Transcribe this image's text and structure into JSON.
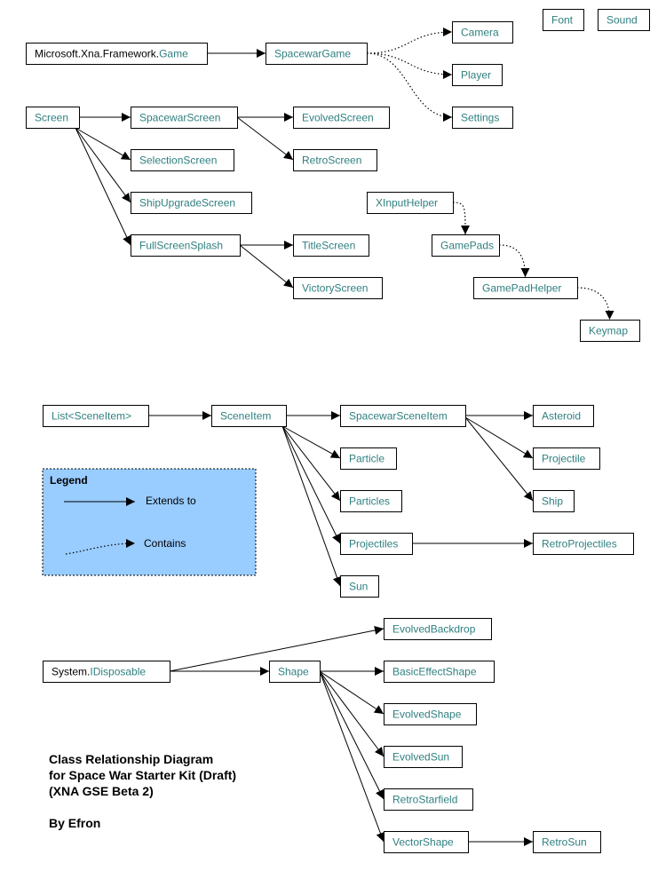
{
  "nodes": {
    "game": {
      "label": "Microsoft.Xna.Framework.Game"
    },
    "spacewarGame": {
      "label": "SpacewarGame"
    },
    "camera": {
      "label": "Camera"
    },
    "player": {
      "label": "Player"
    },
    "settings": {
      "label": "Settings"
    },
    "font": {
      "label": "Font"
    },
    "sound": {
      "label": "Sound"
    },
    "screen": {
      "label": "Screen"
    },
    "spacewarScreen": {
      "label": "SpacewarScreen"
    },
    "evolvedScreen": {
      "label": "EvolvedScreen"
    },
    "retroScreen": {
      "label": "RetroScreen"
    },
    "selectionScreen": {
      "label": "SelectionScreen"
    },
    "shipUpgradeScreen": {
      "label": "ShipUpgradeScreen"
    },
    "fullScreenSplash": {
      "label": "FullScreenSplash"
    },
    "titleScreen": {
      "label": "TitleScreen"
    },
    "victoryScreen": {
      "label": "VictoryScreen"
    },
    "xinputHelper": {
      "label": "XInputHelper"
    },
    "gamePads": {
      "label": "GamePads"
    },
    "gamePadHelper": {
      "label": "GamePadHelper"
    },
    "keymap": {
      "label": "Keymap"
    },
    "listSceneItem": {
      "label": "List<SceneItem>"
    },
    "sceneItem": {
      "label": "SceneItem"
    },
    "spacewarSceneItem": {
      "label": "SpacewarSceneItem"
    },
    "asteroid": {
      "label": "Asteroid"
    },
    "projectile": {
      "label": "Projectile"
    },
    "ship": {
      "label": "Ship"
    },
    "particle": {
      "label": "Particle"
    },
    "particles": {
      "label": "Particles"
    },
    "projectiles": {
      "label": "Projectiles"
    },
    "retroProjectiles": {
      "label": "RetroProjectiles"
    },
    "sun": {
      "label": "Sun"
    },
    "idisposable": {
      "label": "System.IDisposable"
    },
    "shape": {
      "label": "Shape"
    },
    "evolvedBackdrop": {
      "label": "EvolvedBackdrop"
    },
    "basicEffectShape": {
      "label": "BasicEffectShape"
    },
    "evolvedShape": {
      "label": "EvolvedShape"
    },
    "evolvedSun": {
      "label": "EvolvedSun"
    },
    "retroStarfield": {
      "label": "RetroStarfield"
    },
    "vectorShape": {
      "label": "VectorShape"
    },
    "retroSun": {
      "label": "RetroSun"
    }
  },
  "edges": [
    {
      "from": "game",
      "to": "spacewarGame",
      "kind": "extends"
    },
    {
      "from": "spacewarGame",
      "to": "camera",
      "kind": "contains"
    },
    {
      "from": "spacewarGame",
      "to": "player",
      "kind": "contains"
    },
    {
      "from": "spacewarGame",
      "to": "settings",
      "kind": "contains"
    },
    {
      "from": "screen",
      "to": "spacewarScreen",
      "kind": "extends"
    },
    {
      "from": "screen",
      "to": "selectionScreen",
      "kind": "extends"
    },
    {
      "from": "screen",
      "to": "shipUpgradeScreen",
      "kind": "extends"
    },
    {
      "from": "screen",
      "to": "fullScreenSplash",
      "kind": "extends"
    },
    {
      "from": "spacewarScreen",
      "to": "evolvedScreen",
      "kind": "extends"
    },
    {
      "from": "spacewarScreen",
      "to": "retroScreen",
      "kind": "extends"
    },
    {
      "from": "fullScreenSplash",
      "to": "titleScreen",
      "kind": "extends"
    },
    {
      "from": "fullScreenSplash",
      "to": "victoryScreen",
      "kind": "extends"
    },
    {
      "from": "xinputHelper",
      "to": "gamePads",
      "kind": "contains"
    },
    {
      "from": "gamePads",
      "to": "gamePadHelper",
      "kind": "contains"
    },
    {
      "from": "gamePadHelper",
      "to": "keymap",
      "kind": "contains"
    },
    {
      "from": "listSceneItem",
      "to": "sceneItem",
      "kind": "extends"
    },
    {
      "from": "sceneItem",
      "to": "spacewarSceneItem",
      "kind": "extends"
    },
    {
      "from": "sceneItem",
      "to": "particle",
      "kind": "extends"
    },
    {
      "from": "sceneItem",
      "to": "particles",
      "kind": "extends"
    },
    {
      "from": "sceneItem",
      "to": "projectiles",
      "kind": "extends"
    },
    {
      "from": "sceneItem",
      "to": "sun",
      "kind": "extends"
    },
    {
      "from": "spacewarSceneItem",
      "to": "asteroid",
      "kind": "extends"
    },
    {
      "from": "spacewarSceneItem",
      "to": "projectile",
      "kind": "extends"
    },
    {
      "from": "spacewarSceneItem",
      "to": "ship",
      "kind": "extends"
    },
    {
      "from": "projectiles",
      "to": "retroProjectiles",
      "kind": "extends"
    },
    {
      "from": "idisposable",
      "to": "shape",
      "kind": "extends"
    },
    {
      "from": "idisposable",
      "to": "evolvedBackdrop",
      "kind": "extends"
    },
    {
      "from": "shape",
      "to": "basicEffectShape",
      "kind": "extends"
    },
    {
      "from": "shape",
      "to": "evolvedShape",
      "kind": "extends"
    },
    {
      "from": "shape",
      "to": "evolvedSun",
      "kind": "extends"
    },
    {
      "from": "shape",
      "to": "retroStarfield",
      "kind": "extends"
    },
    {
      "from": "shape",
      "to": "vectorShape",
      "kind": "extends"
    },
    {
      "from": "vectorShape",
      "to": "retroSun",
      "kind": "extends"
    }
  ],
  "legend": {
    "title": "Legend",
    "extends_label": "Extends to",
    "contains_label": "Contains"
  },
  "caption": {
    "line1": "Class Relationship Diagram",
    "line2": "for Space War Starter Kit (Draft)",
    "line3": "(XNA GSE Beta 2)",
    "line4": "By Efron"
  },
  "colors": {
    "node_text": "#2f7f7f",
    "legend_fill": "#99ccff"
  }
}
